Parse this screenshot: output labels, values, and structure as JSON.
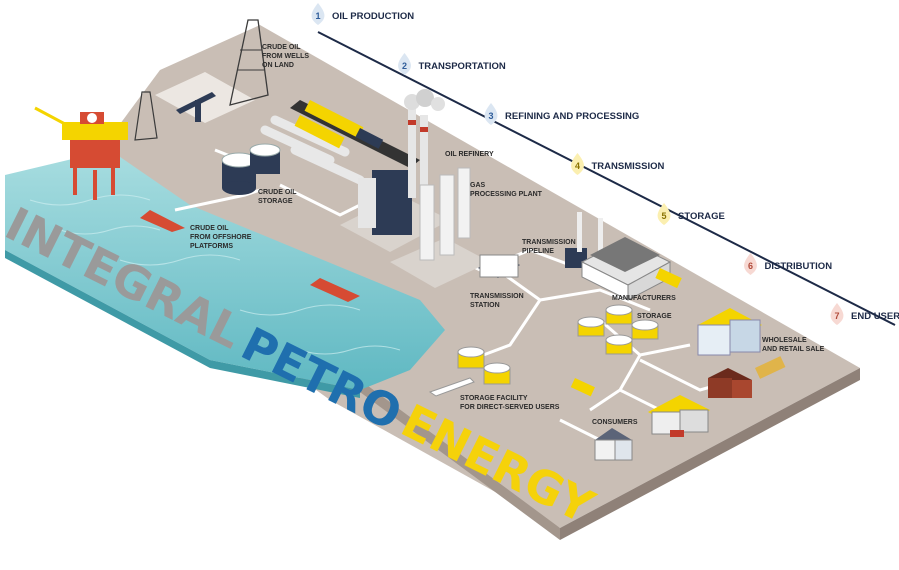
{
  "steps": [
    {
      "num": "1",
      "label": "OIL PRODUCTION",
      "color": "#dbe6f2",
      "num_color": "#2e5c9a"
    },
    {
      "num": "2",
      "label": "TRANSPORTATION",
      "color": "#dbe6f2",
      "num_color": "#2e5c9a"
    },
    {
      "num": "3",
      "label": "REFINING AND PROCESSING",
      "color": "#dbe6f2",
      "num_color": "#2e5c9a"
    },
    {
      "num": "4",
      "label": "TRANSMISSION",
      "color": "#fbefb0",
      "num_color": "#8a7300"
    },
    {
      "num": "5",
      "label": "STORAGE",
      "color": "#fbefb0",
      "num_color": "#8a7300"
    },
    {
      "num": "6",
      "label": "DISTRIBUTION",
      "color": "#f7d9d3",
      "num_color": "#b04a3a"
    },
    {
      "num": "7",
      "label": "END USERS",
      "color": "#f7d9d3",
      "num_color": "#b04a3a"
    }
  ],
  "labels": {
    "crude_oil_land": [
      "CRUDE OIL",
      "FROM WELLS",
      "ON LAND"
    ],
    "crude_oil_storage": [
      "CRUDE OIL",
      "STORAGE"
    ],
    "crude_oil_offshore": [
      "CRUDE OIL",
      "FROM OFFSHORE",
      "PLATFORMS"
    ],
    "oil_refinery": "OIL REFINERY",
    "gas_processing": [
      "GAS",
      "PROCESSING PLANT"
    ],
    "transmission_pipeline": [
      "TRANSMISSION",
      "PIPELINE"
    ],
    "transmission_station": [
      "TRANSMISSION",
      "STATION"
    ],
    "manufacturers": "MANUFACTURERS",
    "storage": "STORAGE",
    "wholesale": [
      "WHOLESALE",
      "AND RETAIL SALE"
    ],
    "storage_facility": [
      "STORAGE FACILITY",
      "FOR DIRECT-SERVED USERS"
    ],
    "consumers": "CONSUMERS"
  },
  "brand": {
    "word1": "INTEGRAL",
    "word2": "PETRO",
    "word3": "ENERGY",
    "color1": "#9a9a9a",
    "color2": "#1f6fae",
    "color3": "#f5d20a"
  },
  "colors": {
    "ground": "#c9beb5",
    "ground_side": "#8f8178",
    "water": "#7fc9cf",
    "pipeline": "#ffffff",
    "timeline": "#1d2a47"
  }
}
